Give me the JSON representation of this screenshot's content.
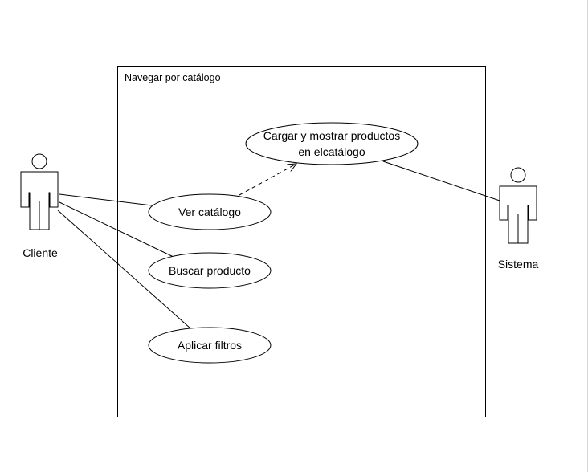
{
  "diagram": {
    "system_boundary": {
      "title": "Navegar por catálogo"
    },
    "actors": {
      "cliente": {
        "label": "Cliente"
      },
      "sistema": {
        "label": "Sistema"
      }
    },
    "use_cases": {
      "cargar": {
        "line1": "Cargar y mostrar productos",
        "line2": "en elcatálogo"
      },
      "ver_catalogo": {
        "label": "Ver catálogo"
      },
      "buscar": {
        "label": "Buscar producto"
      },
      "filtros": {
        "label": "Aplicar filtros"
      }
    },
    "colors": {
      "stroke": "#000000",
      "background": "#ffffff"
    }
  }
}
